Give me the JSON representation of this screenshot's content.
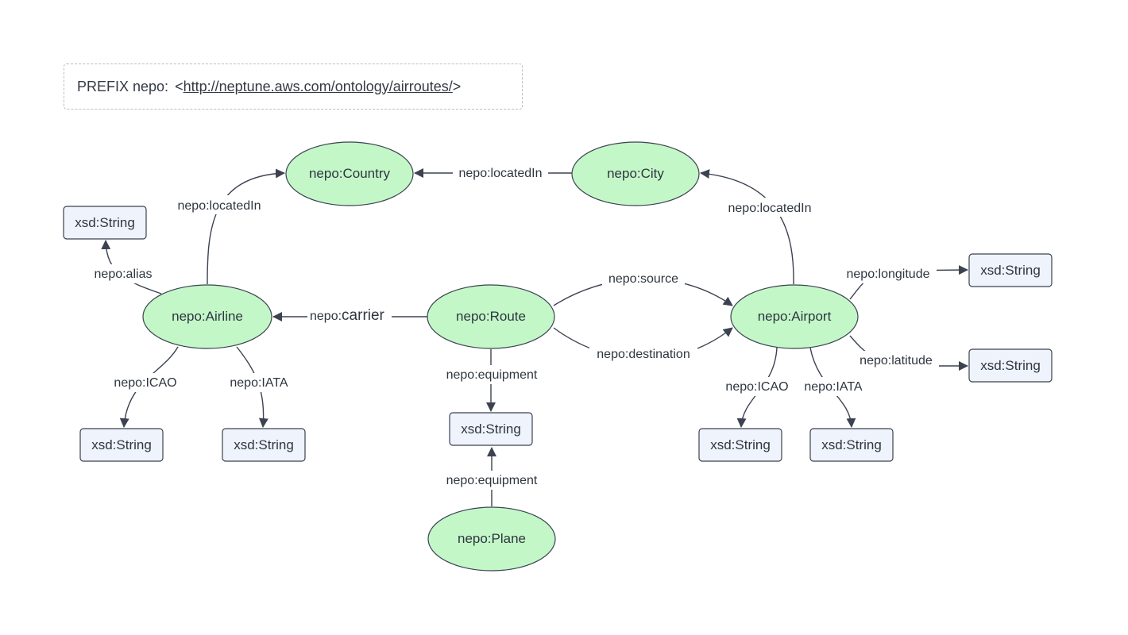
{
  "prefix": {
    "text": "PREFIX nepo:",
    "open": "<",
    "uri": "http://neptune.aws.com/ontology/airroutes/",
    "close": ">"
  },
  "nodes": {
    "country": "nepo:Country",
    "city": "nepo:City",
    "airline": "nepo:Airline",
    "route": "nepo:Route",
    "airport": "nepo:Airport",
    "plane": "nepo:Plane",
    "alias_type": "xsd:String",
    "airline_icao_type": "xsd:String",
    "airline_iata_type": "xsd:String",
    "equipment_type": "xsd:String",
    "airport_icao_type": "xsd:String",
    "airport_iata_type": "xsd:String",
    "longitude_type": "xsd:String",
    "latitude_type": "xsd:String"
  },
  "edges": {
    "city_located_in": "nepo:locatedIn",
    "airline_located_in": "nepo:locatedIn",
    "airport_located_in": "nepo:locatedIn",
    "alias": "nepo:alias",
    "carrier_prefix": "nepo:",
    "carrier_name": "carrier",
    "source": "nepo:source",
    "destination": "nepo:destination",
    "route_equipment": "nepo:equipment",
    "plane_equipment": "nepo:equipment",
    "airline_icao": "nepo:ICAO",
    "airline_iata": "nepo:IATA",
    "airport_icao": "nepo:ICAO",
    "airport_iata": "nepo:IATA",
    "longitude": "nepo:longitude",
    "latitude": "nepo:latitude"
  },
  "colors": {
    "class_fill": "#c3f7c8",
    "literal_fill": "#eef3fc",
    "stroke": "#3c4250"
  }
}
